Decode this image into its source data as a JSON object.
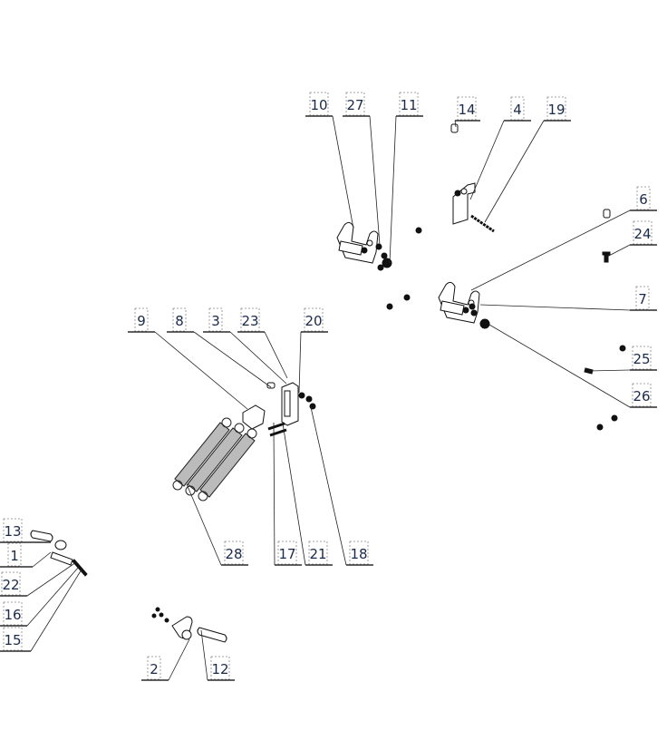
{
  "title": "Exploded parts diagram",
  "callouts": [
    {
      "id": "c10",
      "label": "10"
    },
    {
      "id": "c27",
      "label": "27"
    },
    {
      "id": "c11",
      "label": "11"
    },
    {
      "id": "c14",
      "label": "14"
    },
    {
      "id": "c4",
      "label": "4"
    },
    {
      "id": "c19",
      "label": "19"
    },
    {
      "id": "c6",
      "label": "6"
    },
    {
      "id": "c24",
      "label": "24"
    },
    {
      "id": "c7",
      "label": "7"
    },
    {
      "id": "c25",
      "label": "25"
    },
    {
      "id": "c26",
      "label": "26"
    },
    {
      "id": "c9",
      "label": "9"
    },
    {
      "id": "c8",
      "label": "8"
    },
    {
      "id": "c3",
      "label": "3"
    },
    {
      "id": "c23",
      "label": "23"
    },
    {
      "id": "c20",
      "label": "20"
    },
    {
      "id": "c28",
      "label": "28"
    },
    {
      "id": "c17",
      "label": "17"
    },
    {
      "id": "c21",
      "label": "21"
    },
    {
      "id": "c18",
      "label": "18"
    },
    {
      "id": "c13",
      "label": "13"
    },
    {
      "id": "c1",
      "label": "1"
    },
    {
      "id": "c22",
      "label": "22"
    },
    {
      "id": "c16",
      "label": "16"
    },
    {
      "id": "c15",
      "label": "15"
    },
    {
      "id": "c2",
      "label": "2"
    },
    {
      "id": "c12",
      "label": "12"
    }
  ]
}
